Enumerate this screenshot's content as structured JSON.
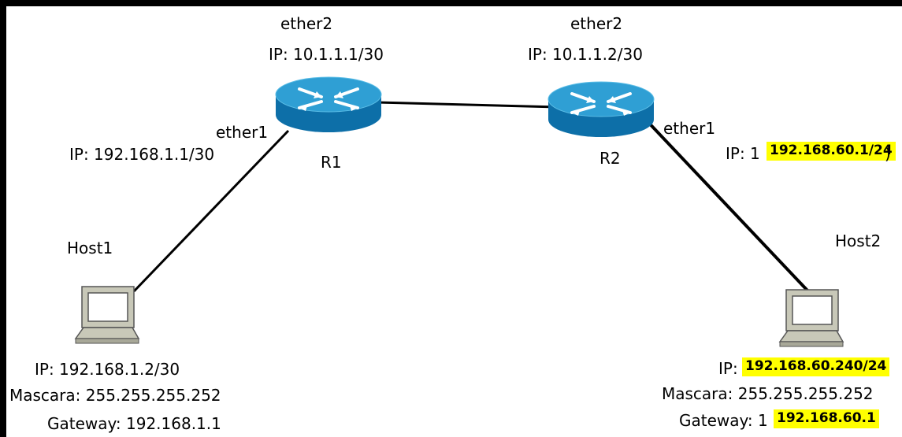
{
  "colors": {
    "router_top": "#2f9fd4",
    "router_side": "#0d6fa8",
    "highlight": "#ffff00",
    "link": "#000000",
    "host_body": "#c8c8b8"
  },
  "icons": {
    "router": "router-icon",
    "host": "computer-icon"
  },
  "r1": {
    "name": "R1",
    "ether2": "ether2",
    "ether2_ip": "IP: 10.1.1.1/30",
    "ether1": "ether1",
    "ether1_ip": "IP: 192.168.1.1/30"
  },
  "r2": {
    "name": "R2",
    "ether2": "ether2",
    "ether2_ip": "IP: 10.1.1.2/30",
    "ether1": "ether1",
    "ether1_ip_prefix": "IP: 1",
    "ether1_ip_highlight": "192.168.60.1/24",
    "ether1_ip_suffix": ")"
  },
  "host1": {
    "name": "Host1",
    "ip": "IP: 192.168.1.2/30",
    "mask": "Mascara: 255.255.255.252",
    "gateway": "Gateway: 192.168.1.1"
  },
  "host2": {
    "name": "Host2",
    "ip_prefix": "IP:",
    "ip_highlight": "192.168.60.240/24",
    "mask": "Mascara: 255.255.255.252",
    "gateway_prefix": "Gateway: 1",
    "gateway_highlight": "192.168.60.1"
  }
}
